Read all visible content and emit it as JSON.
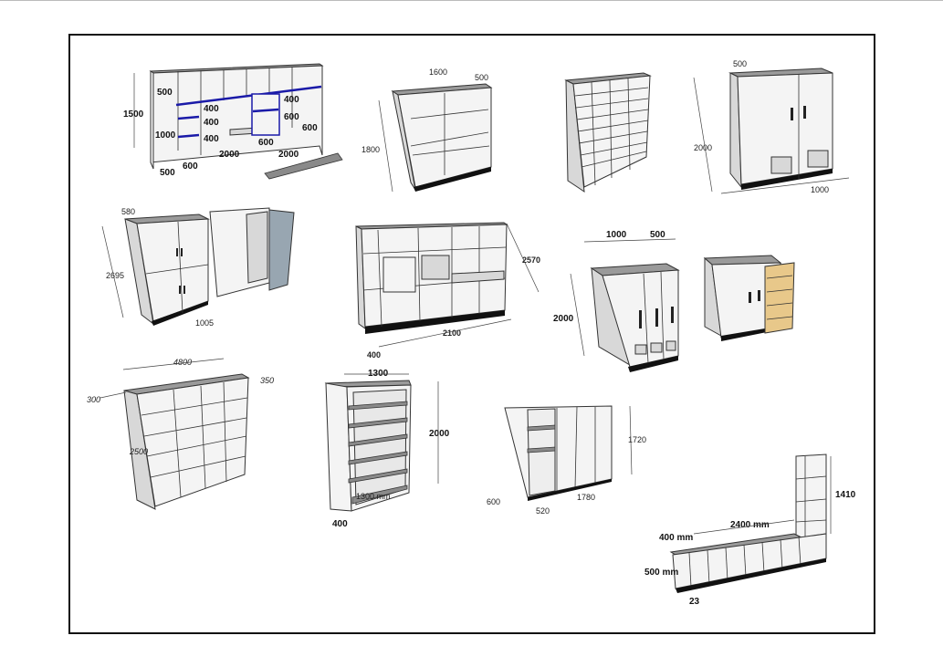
{
  "drawings": {
    "wall_unit": {
      "height_total": "1500",
      "upper": "500",
      "lower": "1000",
      "drawer1": "400",
      "drawer2": "400",
      "drawer3": "400",
      "shelf_top": "400",
      "shelf_bottom": "600",
      "opening": "600",
      "length_left": "2000",
      "length_right": "2000",
      "right_depth": "600",
      "left_width": "600",
      "depth": "500"
    },
    "open_bookcase": {
      "width": "1600",
      "depth": "500",
      "height": "1800"
    },
    "pigeonhole_cabinet": {},
    "double_door_cabinet": {
      "depth": "500",
      "height": "2000",
      "width": "1000"
    },
    "tall_cupboard": {
      "depth": "580",
      "height": "2695",
      "width": "1005"
    },
    "kitchen_wall": {
      "height": "2570",
      "width": "2100",
      "depth": "400"
    },
    "locker_cabinet": {
      "width": "1000",
      "depth": "500",
      "height": "2000"
    },
    "pullout_cabinet": {},
    "cubby_shelf": {
      "width": "4800",
      "depth_right": "350",
      "depth_left": "300",
      "height": "2500"
    },
    "mobile_shelf": {
      "width": "1300",
      "height": "2000",
      "depth": "400",
      "inner": "1300 mm"
    },
    "sideboard": {
      "height": "1720",
      "depth": "600",
      "open_width": "520",
      "door_width": "1780"
    },
    "bench_shelf": {
      "length": "2400 mm",
      "depth": "400 mm",
      "tower_height": "1410",
      "bench_height": "500 mm",
      "plinth": "23"
    }
  }
}
